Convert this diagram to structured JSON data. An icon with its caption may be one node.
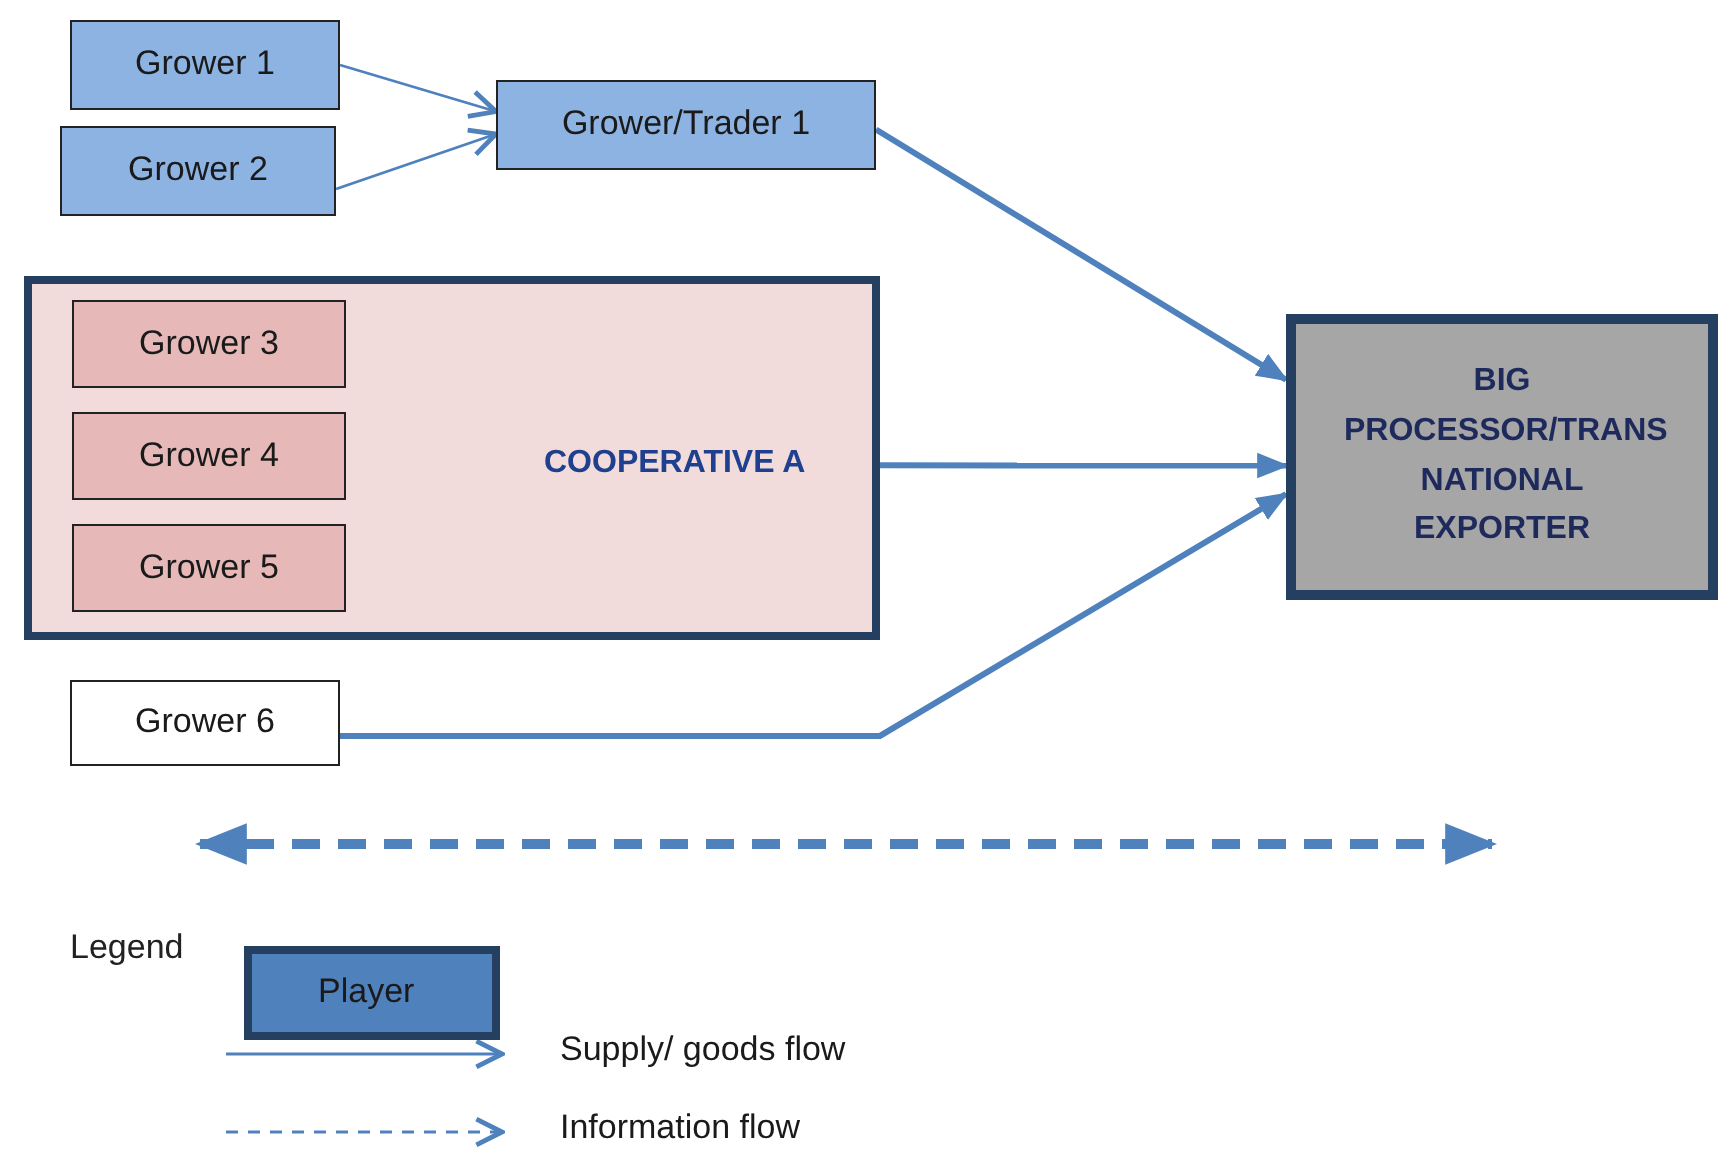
{
  "diagram": {
    "nodes": [
      {
        "text": [
          "Grower 1"
        ]
      },
      {
        "text": [
          "Grower 2"
        ]
      },
      {
        "text": [
          "Grower/Trader 1"
        ]
      },
      {
        "text": [
          "COOPERATIVE A"
        ]
      },
      {
        "text": [
          "Grower 3"
        ],
        "in": 3
      },
      {
        "text": [
          "Grower 4"
        ],
        "in": 3
      },
      {
        "text": [
          "Grower 5"
        ],
        "in": 3
      },
      {
        "text": [
          "Grower 6"
        ]
      },
      {
        "text": [
          "BIG PROCESSOR/TRANS NATIONAL EXPORTER"
        ]
      }
    ],
    "edges": [
      {
        "from": 0,
        "to": 2,
        "arrow": "to"
      },
      {
        "from": 1,
        "to": 2,
        "arrow": "to"
      },
      {
        "from": 2,
        "to": 8,
        "arrow": "to"
      },
      {
        "from": 3,
        "to": 8,
        "arrow": "to"
      },
      {
        "from": 7,
        "to": 8,
        "arrow": "to"
      }
    ],
    "labels": [
      "Legend"
    ],
    "legend": [
      {
        "text": "Player",
        "color": "#4f81bd"
      },
      {
        "text": "Supply/ goods flow"
      },
      {
        "text": "Information flow"
      }
    ]
  }
}
